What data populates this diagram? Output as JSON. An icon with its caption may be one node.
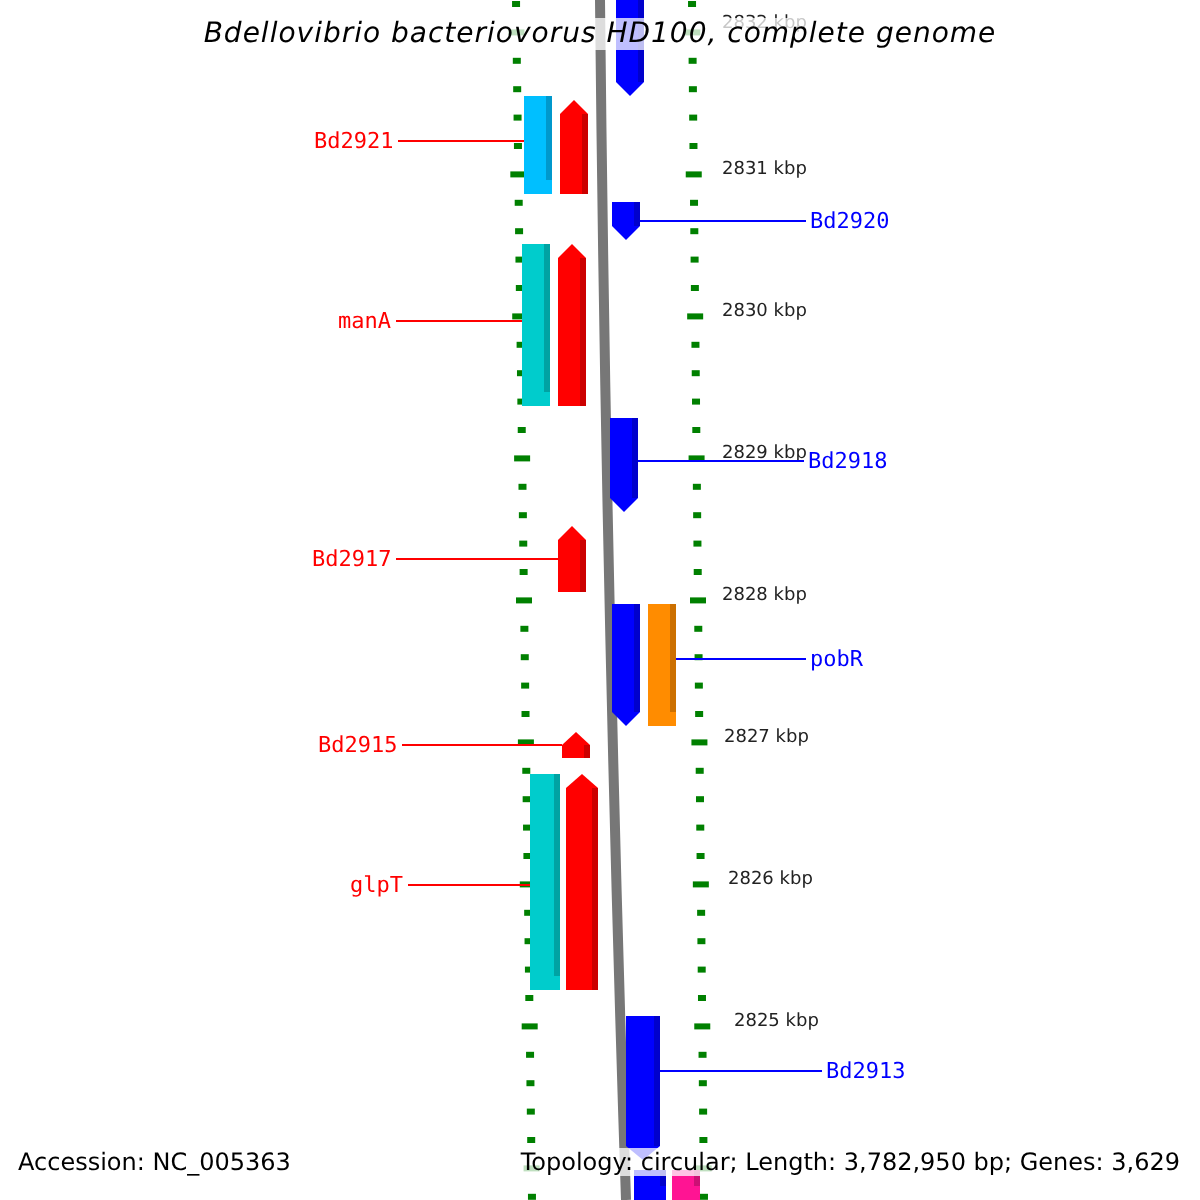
{
  "diagram": {
    "title": "Bdellovibrio bacteriovorus HD100, complete genome",
    "nodes": [
      {
        "text": [],
        "shape": "bar"
      },
      {
        "text": [
          "Bd2921"
        ]
      },
      {
        "text": [],
        "shape": "bar"
      },
      {
        "text": [],
        "shape": "bar"
      },
      {
        "text": [
          "Bd2920"
        ]
      },
      {
        "text": [],
        "shape": "bar"
      },
      {
        "text": [
          "manA"
        ]
      },
      {
        "text": [],
        "shape": "bar"
      },
      {
        "text": [],
        "shape": "bar"
      },
      {
        "text": [
          "Bd2918"
        ]
      },
      {
        "text": [],
        "shape": "bar"
      },
      {
        "text": [
          "Bd2917"
        ]
      },
      {
        "text": [],
        "shape": "bar"
      },
      {
        "text": [
          "pobR"
        ]
      },
      {
        "text": [],
        "shape": "bar"
      },
      {
        "text": [],
        "shape": "bar"
      },
      {
        "text": [
          "Bd2915"
        ]
      },
      {
        "text": [],
        "shape": "bar"
      },
      {
        "text": [
          "glpT"
        ]
      },
      {
        "text": [],
        "shape": "bar"
      },
      {
        "text": [],
        "shape": "bar"
      },
      {
        "text": [
          "Bd2913"
        ]
      },
      {
        "text": [],
        "shape": "bar"
      },
      {
        "text": [],
        "shape": "bar"
      },
      {
        "text": [],
        "shape": "bar"
      }
    ],
    "edges": [
      {
        "from": 1,
        "to": 2,
        "arrow": "none"
      },
      {
        "from": 4,
        "to": 5,
        "arrow": "none",
        "color": "#0000ff"
      },
      {
        "from": 6,
        "to": 7,
        "arrow": "none"
      },
      {
        "from": 9,
        "to": 10,
        "arrow": "none",
        "color": "#0000ff"
      },
      {
        "from": 11,
        "to": 12,
        "arrow": "none"
      },
      {
        "from": 13,
        "to": 15,
        "arrow": "none",
        "color": "#0000ff"
      },
      {
        "from": 16,
        "to": 17,
        "arrow": "none"
      },
      {
        "from": 18,
        "to": 19,
        "arrow": "none"
      },
      {
        "from": 21,
        "to": 22,
        "arrow": "none",
        "color": "#0000ff"
      }
    ],
    "labels": [
      "2832 kbp",
      "2831 kbp",
      "2830 kbp",
      "2829 kbp",
      "2828 kbp",
      "2827 kbp",
      "2826 kbp",
      "2825 kbp",
      "Accession: NC_005363",
      "Topology: circular; Length: 3,782,950 bp; Genes: 3,629"
    ]
  }
}
